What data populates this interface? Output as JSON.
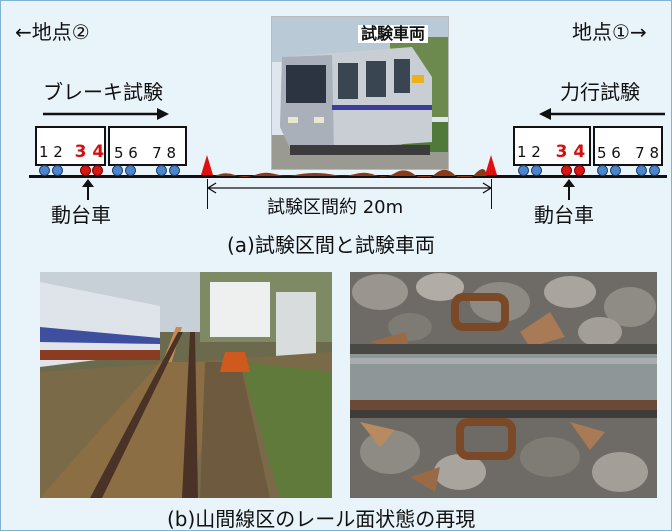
{
  "top": {
    "left_point_label": "地点②",
    "right_point_label": "地点①",
    "braking_label": "ブレーキ試験",
    "powering_label": "力行試験",
    "test_vehicle_label": "試験車両",
    "left_bogie_label": "動台車",
    "right_bogie_label": "動台車",
    "interval_label": "試験区間約 20m",
    "caption": "(a)試験区間と試験車両"
  },
  "axle_groups": {
    "left_car1_black": "1 2",
    "left_car1_red": "3 4",
    "left_car2": "5 6   7 8",
    "right_car1_black": "1 2",
    "right_car1_red": "3 4",
    "right_car2": "5 6   7 8"
  },
  "bottom": {
    "caption": "(b)山間線区のレール面状態の再現"
  },
  "icons": {
    "left_arrow": "arrow-left-icon",
    "right_arrow": "arrow-right-icon",
    "cone": "cone-marker-icon"
  },
  "colors": {
    "background": "#e9f3fa",
    "border": "#7fb3d5",
    "powered_axle": "#d01010",
    "wheel_blue": "#4d85c6"
  }
}
